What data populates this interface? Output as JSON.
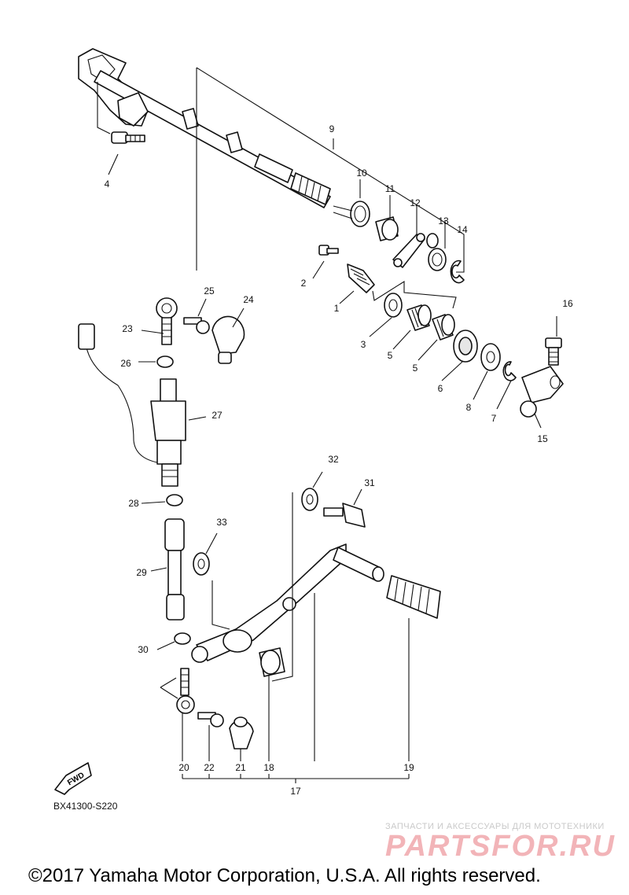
{
  "diagram": {
    "diagram_code": "BX41300-S220",
    "fwd_label": "FWD",
    "copyright": "©2017 Yamaha Motor Corporation, U.S.A. All rights reserved.",
    "watermark_line1": "ЗАПЧАСТИ И АКСЕССУАРЫ ДЛЯ МОТОТЕХНИКИ",
    "watermark_line2": "PARTSFOR.RU",
    "refs": {
      "r1": "1",
      "r2": "2",
      "r3": "3",
      "r4": "4",
      "r5a": "5",
      "r5b": "5",
      "r6": "6",
      "r7": "7",
      "r8": "8",
      "r9": "9",
      "r10": "10",
      "r11": "11",
      "r12": "12",
      "r13": "13",
      "r14": "14",
      "r15": "15",
      "r16": "16",
      "r17": "17",
      "r18": "18",
      "r19": "19",
      "r20": "20",
      "r21": "21",
      "r22": "22",
      "r23": "23",
      "r24": "24",
      "r25": "25",
      "r26": "26",
      "r27": "27",
      "r28": "28",
      "r29": "29",
      "r30": "30",
      "r31": "31",
      "r32": "32",
      "r33": "33"
    }
  }
}
